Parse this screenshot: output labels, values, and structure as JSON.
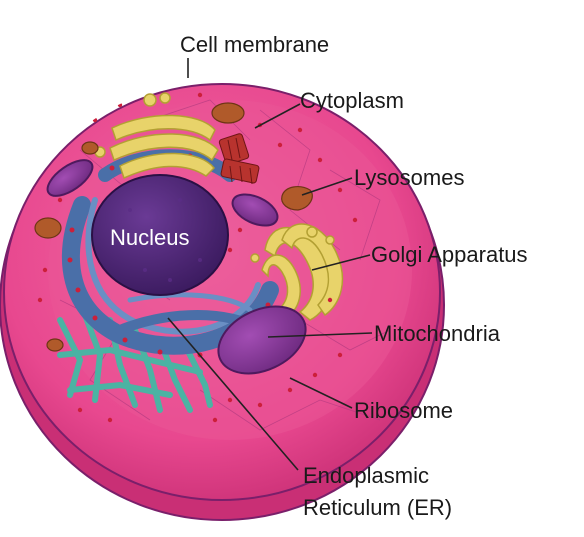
{
  "diagram": {
    "labels": {
      "cell_membrane": "Cell membrane",
      "cytoplasm": "Cytoplasm",
      "lysosomes": "Lysosomes",
      "golgi": "Golgi Apparatus",
      "mitochondria": "Mitochondria",
      "ribosome": "Ribosome",
      "er_line1": "Endoplasmic",
      "er_line2": "Reticulum (ER)",
      "nucleus": "Nucleus"
    },
    "colors": {
      "membrane_outline": "#7a1f6a",
      "cytoplasm": "#e8488f",
      "cytoplasm_edge": "#c92f75",
      "nucleus": "#4a2470",
      "er": "#4a6fa8",
      "golgi": "#e8d36a",
      "mitochondria": "#8a3a99",
      "lysosome": "#b05a2a",
      "ribosome": "#cc1f3a",
      "cytoskeleton": "#4bb3a3"
    }
  }
}
